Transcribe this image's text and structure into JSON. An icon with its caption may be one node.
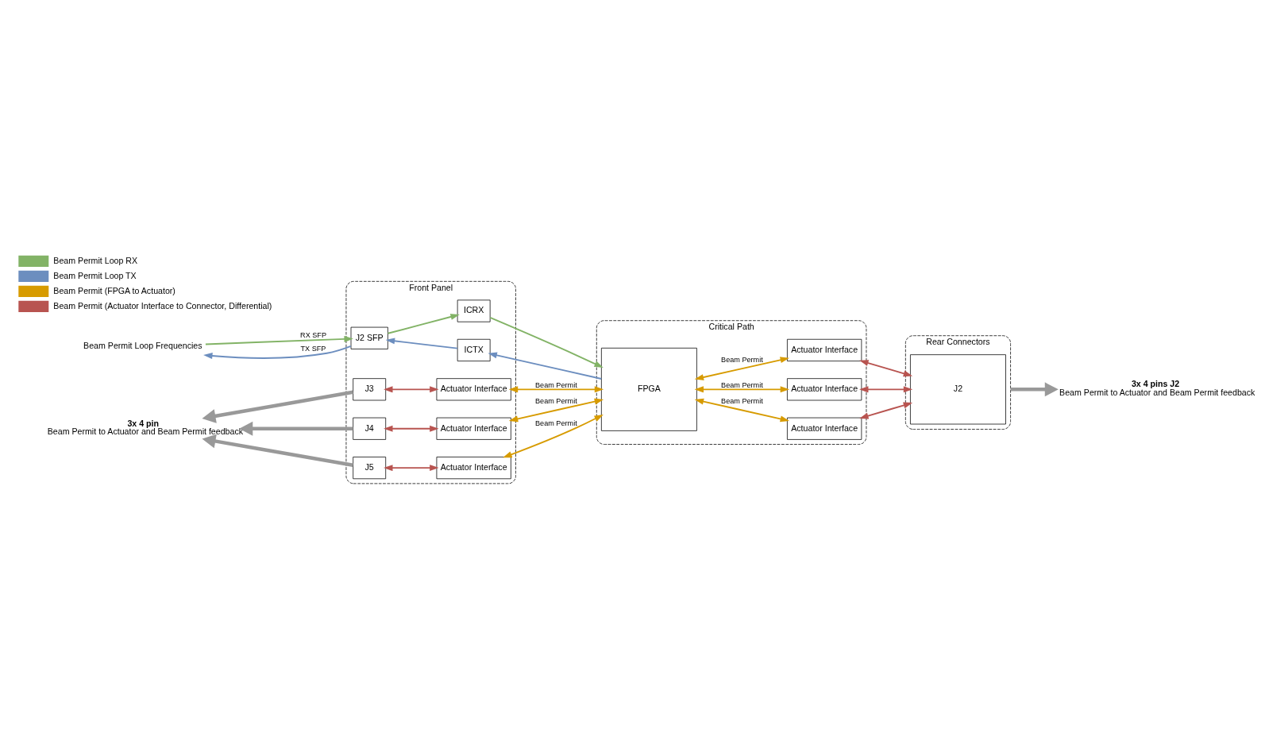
{
  "diagram": {
    "nodes": [
      {
        "text": [
          "Front Panel"
        ]
      },
      {
        "text": [
          "J2 SFP"
        ],
        "in": 0
      },
      {
        "text": [
          "ICRX"
        ],
        "in": 0
      },
      {
        "text": [
          "ICTX"
        ],
        "in": 0
      },
      {
        "text": [
          "J3"
        ],
        "in": 0
      },
      {
        "text": [
          "Actuator Interface"
        ],
        "in": 0
      },
      {
        "text": [
          "J4"
        ],
        "in": 0
      },
      {
        "text": [
          "Actuator Interface"
        ],
        "in": 0
      },
      {
        "text": [
          "J5"
        ],
        "in": 0
      },
      {
        "text": [
          "Actuator Interface"
        ],
        "in": 0
      },
      {
        "text": [
          "Critical Path"
        ]
      },
      {
        "text": [
          "FPGA"
        ],
        "in": 10
      },
      {
        "text": [
          "Actuator Interface"
        ],
        "in": 10
      },
      {
        "text": [
          "Actuator Interface"
        ],
        "in": 10
      },
      {
        "text": [
          "Actuator Interface"
        ],
        "in": 10
      },
      {
        "text": [
          "Rear Connectors"
        ]
      },
      {
        "text": [
          "J2"
        ],
        "in": 15
      },
      {
        "text": [
          "Beam Permit Loop Frequencies"
        ]
      },
      {
        "text": [
          "3x 4 pin",
          "Beam Permit to Actuator and Beam Permit feedback"
        ]
      },
      {
        "text": [
          "3x 4 pins J2",
          "Beam Permit to Actuator and Beam Permit feedback"
        ]
      }
    ],
    "edges": [
      {
        "from": 17,
        "to": 1,
        "arrow": "to",
        "label": "RX SFP",
        "color": "#82b366"
      },
      {
        "from": 1,
        "to": 17,
        "arrow": "to",
        "label": "TX SFP",
        "color": "#6c8ebf"
      },
      {
        "from": 1,
        "to": 2,
        "arrow": "to",
        "color": "#82b366"
      },
      {
        "from": 2,
        "to": 11,
        "arrow": "to",
        "color": "#82b366"
      },
      {
        "from": 11,
        "to": 3,
        "arrow": "to",
        "color": "#6c8ebf"
      },
      {
        "from": 3,
        "to": 1,
        "arrow": "to",
        "color": "#6c8ebf"
      },
      {
        "from": 11,
        "to": 12,
        "arrow": "both",
        "label": "Beam Permit",
        "color": "#d79b00"
      },
      {
        "from": 11,
        "to": 13,
        "arrow": "both",
        "label": "Beam Permit",
        "color": "#d79b00"
      },
      {
        "from": 11,
        "to": 14,
        "arrow": "both",
        "label": "Beam Permit",
        "color": "#d79b00"
      },
      {
        "from": 11,
        "to": 5,
        "arrow": "both",
        "label": "Beam Permit",
        "color": "#d79b00"
      },
      {
        "from": 11,
        "to": 7,
        "arrow": "both",
        "label": "Beam Permit",
        "color": "#d79b00"
      },
      {
        "from": 11,
        "to": 9,
        "arrow": "both",
        "label": "Beam Permit",
        "color": "#d79b00"
      },
      {
        "from": 4,
        "to": 5,
        "arrow": "both",
        "color": "#b85450"
      },
      {
        "from": 6,
        "to": 7,
        "arrow": "both",
        "color": "#b85450"
      },
      {
        "from": 8,
        "to": 9,
        "arrow": "both",
        "color": "#b85450"
      },
      {
        "from": 16,
        "to": 14,
        "arrow": "both",
        "color": "#b85450"
      },
      {
        "from": 16,
        "to": 13,
        "arrow": "both",
        "color": "#b85450"
      },
      {
        "from": 16,
        "to": 12,
        "arrow": "both",
        "color": "#b85450"
      },
      {
        "from": 4,
        "to": 18,
        "arrow": "to",
        "style": "thick",
        "color": "#999999"
      },
      {
        "from": 6,
        "to": 18,
        "arrow": "to",
        "style": "thick",
        "color": "#999999"
      },
      {
        "from": 8,
        "to": 18,
        "arrow": "to",
        "style": "thick",
        "color": "#999999"
      },
      {
        "from": 15,
        "to": 19,
        "arrow": "to",
        "style": "thick",
        "color": "#999999"
      }
    ],
    "legend": [
      {
        "text": "Beam Permit Loop RX",
        "color": "#82b366"
      },
      {
        "text": "Beam Permit Loop TX",
        "color": "#6c8ebf"
      },
      {
        "text": "Beam Permit (FPGA to Actuator)",
        "color": "#d79b00"
      },
      {
        "text": "Beam Permit (Actuator Interface to Connector, Differential)",
        "color": "#b85450"
      }
    ]
  }
}
